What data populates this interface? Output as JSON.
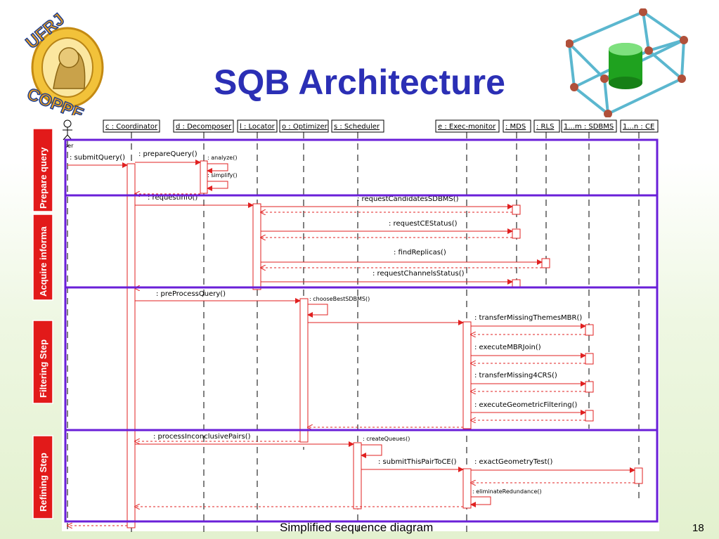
{
  "slide": {
    "title": "SQB Architecture",
    "caption": "Simplified sequence diagram",
    "page_number": "18"
  },
  "logos": {
    "left": {
      "text": "UFRJ COPPE"
    },
    "right": {
      "icon": "cube-database-icon"
    }
  },
  "actor": {
    "label": "ser"
  },
  "lifelines": [
    "c : Coordinator",
    "d : Decomposer",
    "l : Locator",
    "o : Optimizer",
    "s : Scheduler",
    "e : Exec-monitor",
    ": MDS",
    ": RLS",
    "1...m : SDBMS",
    "1...n : CE"
  ],
  "steps": [
    "Prepare query",
    "Acquire informa",
    "Filtering Step",
    "Refining Step"
  ],
  "messages": [
    ": submitQuery()",
    ": prepareQuery()",
    ": analyze()",
    ": simplify()",
    ": requestInfo()",
    ": requestCandidatesSDBMS()",
    ": requestCEStatus()",
    ": findReplicas()",
    ": requestChannelsStatus()",
    ": preProcessQuery()",
    ": chooseBestSDBMS()",
    ": transferMissingThemesMBR()",
    ": executeMBRJoin()",
    ": transferMissing4CRS()",
    ": executeGeometricFiltering()",
    ": processInconclusivePairs()",
    ": createQueues()",
    ": submitThisPairToCE()",
    ": exactGeometryTest()",
    ": eliminateRedundance()"
  ]
}
